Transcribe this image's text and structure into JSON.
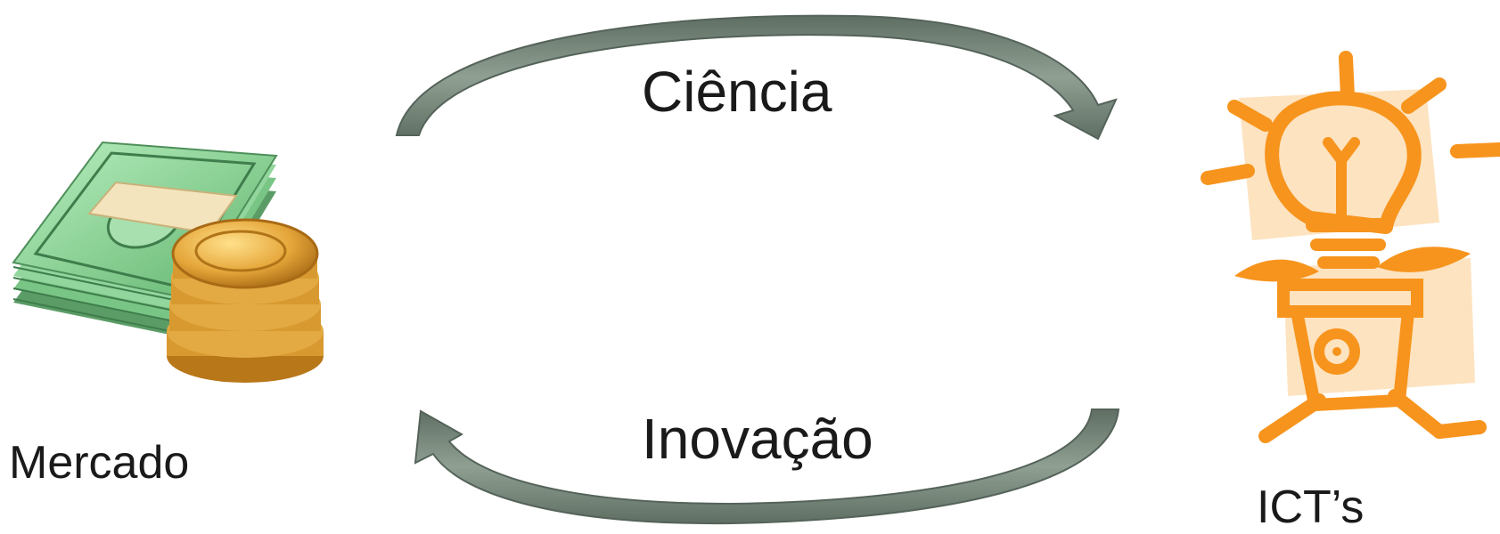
{
  "diagram": {
    "top_arrow_label": "Ciência",
    "bottom_arrow_label": "Inovação",
    "left_node_label": "Mercado",
    "right_node_label": "ICT’s"
  },
  "colors": {
    "arrow_fill": "#8a9a8c",
    "arrow_dark": "#6b7a6e",
    "money_green": "#7fcf8c",
    "coin_gold": "#e0a030",
    "bulb_orange": "#f7941d",
    "bulb_back": "#fde3c0"
  },
  "icons": {
    "left_node": "money-and-coins-icon",
    "right_node": "lightbulb-plant-icon"
  }
}
